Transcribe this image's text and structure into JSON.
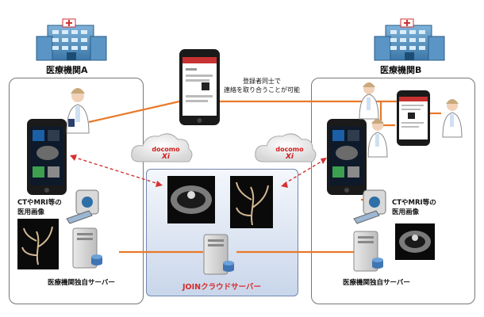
{
  "hospital_a": {
    "name": "医療機関A",
    "imaging_label": "CTやMRI等の\n医用画像",
    "server_label": "医療機関独自サーバー"
  },
  "hospital_b": {
    "name": "医療機関B",
    "imaging_label": "CTやMRI等の\n医用画像",
    "server_label": "医療機関独自サーバー"
  },
  "center_phone": {
    "caption": "登録者同士で\n連絡を取り合うことが可能"
  },
  "cloud_logo": {
    "brand": "docomo",
    "sub": "Xi"
  },
  "cloud_server": {
    "label": "JOINクラウドサーバー"
  },
  "colors": {
    "orange_link": "#e8792a",
    "dashed_link": "#d63131",
    "cloud_label": "#d62b2b",
    "panel_border": "#777777"
  }
}
